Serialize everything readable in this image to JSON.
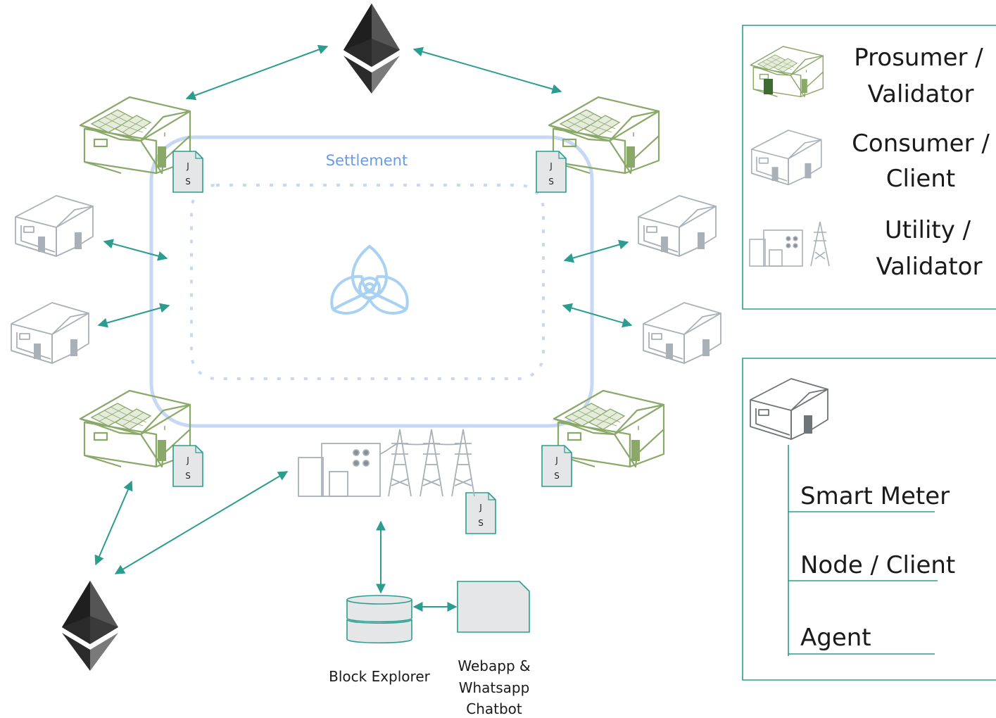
{
  "settlement": {
    "label": "Settlement"
  },
  "js_badge": {
    "line1": "J",
    "line2": "S"
  },
  "bottom": {
    "block_explorer": "Block Explorer",
    "webapp_line1": "Webapp &",
    "webapp_line2": "Whatsapp",
    "webapp_line3": "Chatbot"
  },
  "legend_roles": {
    "prosumer_line1": "Prosumer /",
    "prosumer_line2": "Validator",
    "consumer_line1": "Consumer /",
    "consumer_line2": "Client",
    "utility_line1": "Utility /",
    "utility_line2": "Validator"
  },
  "legend_stack": {
    "items": [
      "Smart Meter",
      "Node / Client",
      "Agent"
    ]
  },
  "colors": {
    "teal": "#2a9d8f",
    "prosumer_green": "#8aa868",
    "consumer_grey": "#a9b0b8",
    "settlement_blue": "#c6d8f3",
    "settlement_text": "#6b9be0",
    "tron_blue": "#a9d2f2"
  },
  "icons": [
    "ethereum-icon",
    "prosumer-house-icon",
    "consumer-house-icon",
    "utility-icon",
    "tron-logo-icon",
    "js-file-icon",
    "database-icon",
    "app-card-icon"
  ]
}
